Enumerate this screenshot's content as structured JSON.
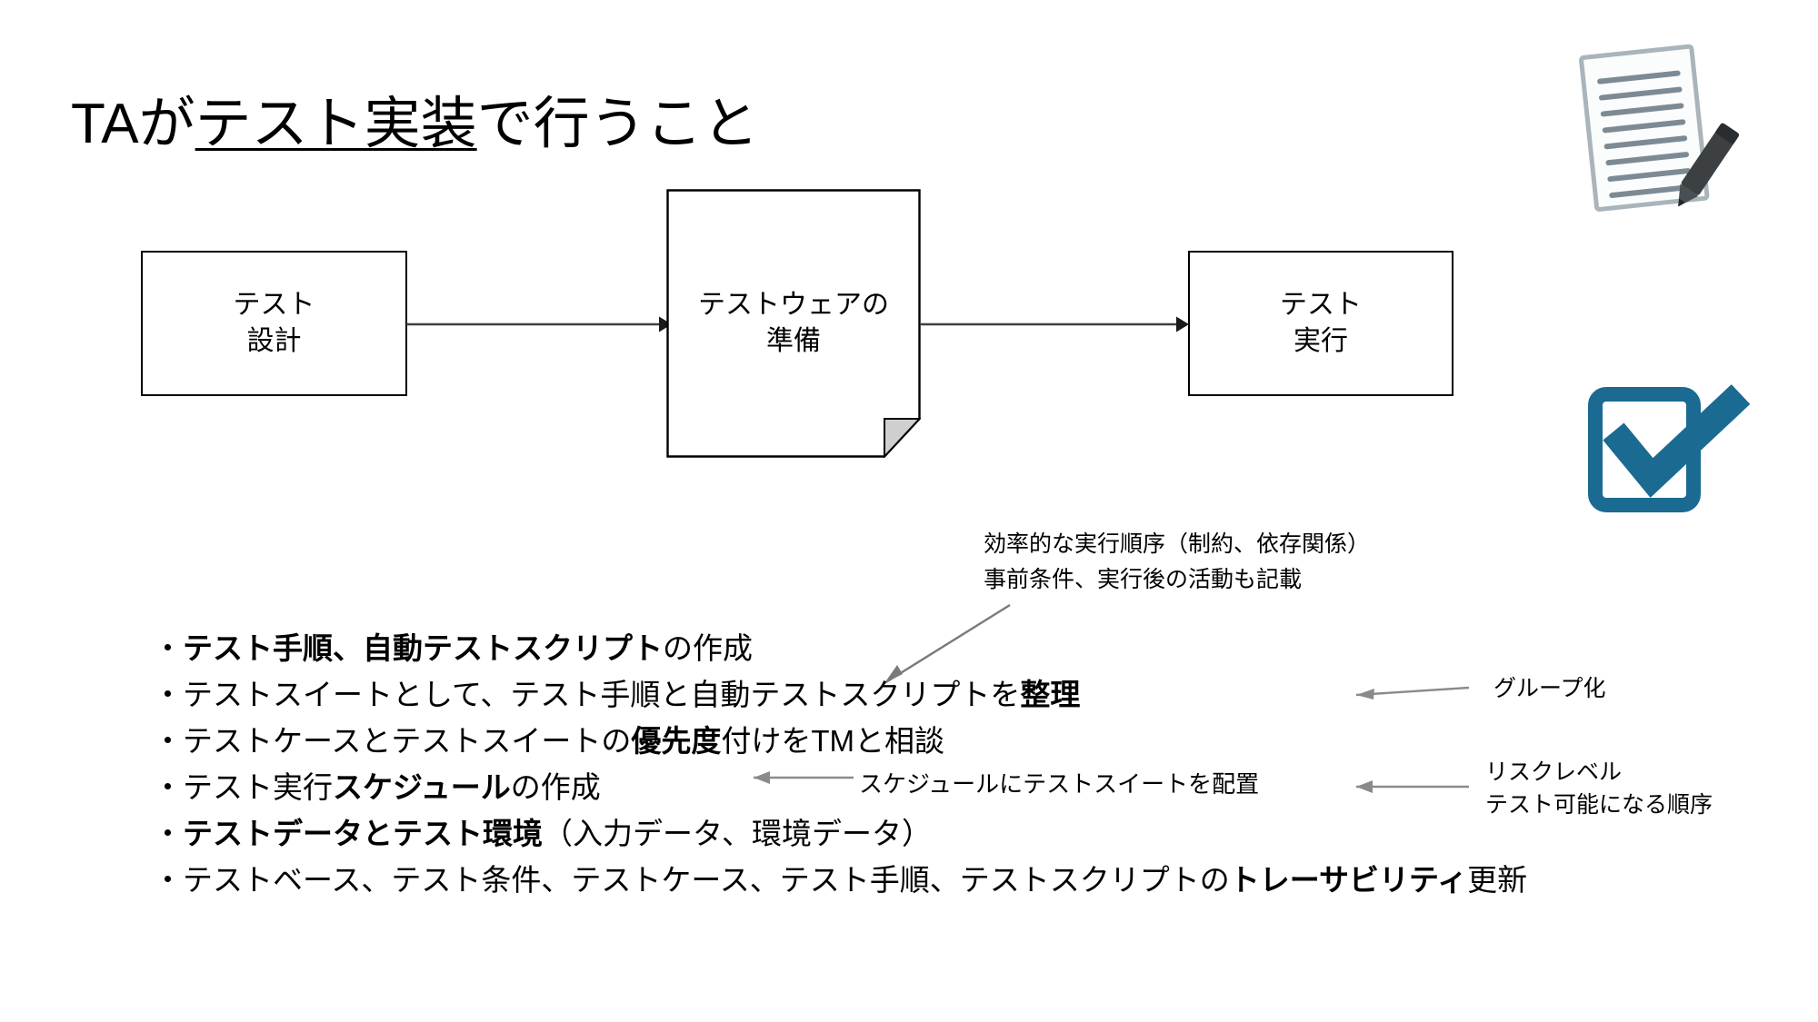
{
  "slide": {
    "title": {
      "prefix": "TAが",
      "underlined": "テスト実装",
      "suffix": "で行うこと",
      "full": "TAがテスト実装で行うこと"
    },
    "flow": {
      "nodes": [
        {
          "id": "test-design",
          "shape": "rectangle",
          "line1": "テスト",
          "line2": "設計"
        },
        {
          "id": "testware-prep",
          "shape": "document",
          "line1": "テストウェアの",
          "line2": "準備"
        },
        {
          "id": "test-execute",
          "shape": "rectangle",
          "line1": "テスト",
          "line2": "実行"
        }
      ],
      "connectors": [
        {
          "from": "test-design",
          "to": "testware-prep",
          "style": "arrow-right"
        },
        {
          "from": "testware-prep",
          "to": "test-execute",
          "style": "arrow-right"
        }
      ]
    },
    "callout_testware": {
      "line1": "効率的な実行順序（制約、依存関係）",
      "line2": "事前条件、実行後の活動も記載"
    },
    "bullets": [
      {
        "marker": "・",
        "segments": [
          {
            "text": "テスト手順、自動テストスクリプト",
            "bold": true
          },
          {
            "text": " の作成",
            "bold": false
          }
        ]
      },
      {
        "marker": "・",
        "segments": [
          {
            "text": "テストスイートとして、テスト手順と自動テストスクリプトを ",
            "bold": false
          },
          {
            "text": "整理",
            "bold": true
          }
        ]
      },
      {
        "marker": "・",
        "segments": [
          {
            "text": "テストケースとテストスイートの ",
            "bold": false
          },
          {
            "text": "優先度",
            "bold": true
          },
          {
            "text": "付けをTMと相談",
            "bold": false
          }
        ]
      },
      {
        "marker": "・",
        "segments": [
          {
            "text": "テスト実行",
            "bold": false
          },
          {
            "text": "スケジュール",
            "bold": true
          },
          {
            "text": "の作成",
            "bold": false
          }
        ]
      },
      {
        "marker": "・",
        "segments": [
          {
            "text": "テストデータとテスト環境",
            "bold": true
          },
          {
            "text": "（入力データ、環境データ）",
            "bold": false
          }
        ]
      },
      {
        "marker": "・",
        "segments": [
          {
            "text": "テストベース、テスト条件、テストケース、テスト手順、テストスクリプトの ",
            "bold": false
          },
          {
            "text": "トレーサビリティ",
            "bold": true
          },
          {
            "text": "更新",
            "bold": false
          }
        ]
      }
    ],
    "annotations": {
      "group": "グループ化",
      "schedule": "スケジュールにテストスイートを配置",
      "risk_line1": "リスクレベル",
      "risk_line2": "テスト可能になる順序"
    },
    "decorations": [
      {
        "name": "document-with-pen-illustration"
      },
      {
        "name": "checked-checkbox-illustration"
      }
    ],
    "colors": {
      "text": "#000000",
      "background": "#ffffff",
      "shape_stroke": "#000000",
      "connector": "#3f3f3f",
      "annotation_arrow": "#808080",
      "checkbox_blue": "#1a6a91",
      "paper_gray": "#9aa6ae",
      "pen_dark": "#3c4043"
    }
  }
}
